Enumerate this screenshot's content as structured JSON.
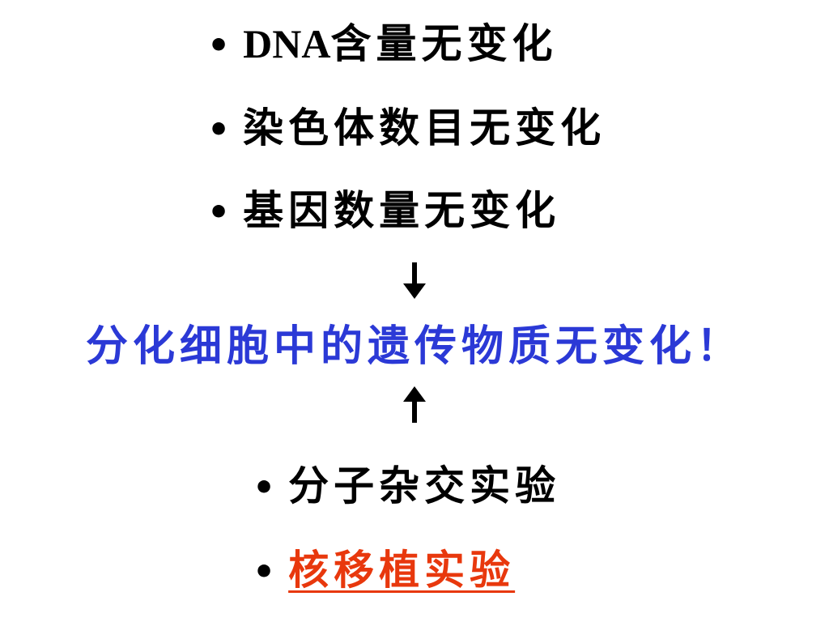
{
  "slide": {
    "premises": [
      {
        "prefix": "DNA",
        "text": "含量无变化"
      },
      {
        "prefix": "",
        "text": "染色体数目无变化"
      },
      {
        "prefix": "",
        "text": "基因数量无变化"
      }
    ],
    "conclusion": "分化细胞中的遗传物质无变化！",
    "evidence": [
      {
        "text": "分子杂交实验"
      },
      {
        "text": "核移植实验"
      }
    ],
    "bullet_symbol": "•",
    "icons": {
      "top_arrow": "arrow-down-icon",
      "bottom_arrow": "arrow-up-icon"
    },
    "colors": {
      "text": "#000000",
      "conclusion": "#2b39d6",
      "link": "#e8380d",
      "background": "#ffffff"
    }
  }
}
